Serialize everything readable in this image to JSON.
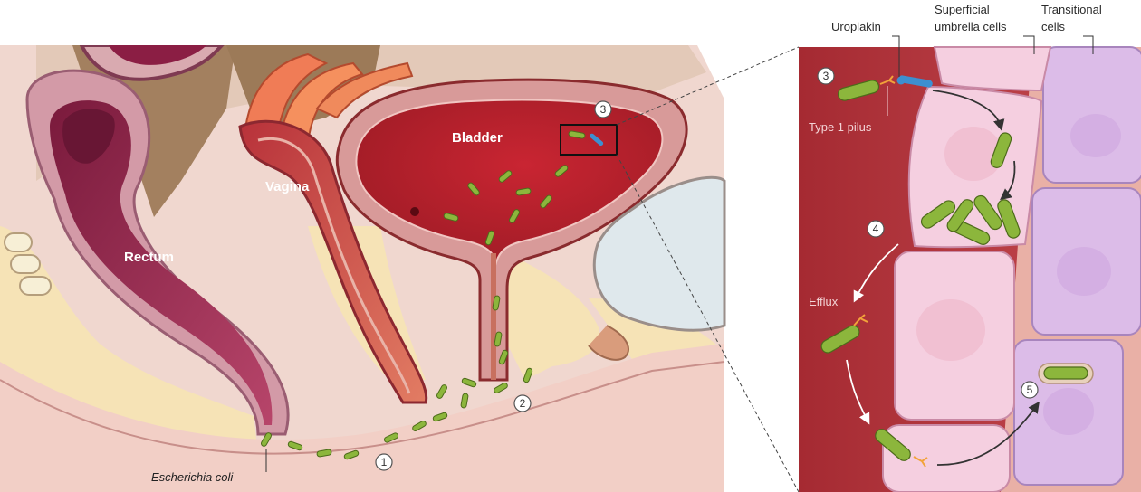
{
  "labels": {
    "rectum": "Rectum",
    "vagina": "Vagina",
    "bladder": "Bladder",
    "ecoli": "Escherichia coli",
    "uroplakin": "Uroplakin",
    "superficial_line1": "Superficial",
    "superficial_line2": "umbrella cells",
    "transitional_line1": "Transitional",
    "transitional_line2": "cells",
    "type1_pilus": "Type 1 pilus",
    "efflux": "Efflux"
  },
  "steps": {
    "s1": "1",
    "s2": "2",
    "s3_main": "3",
    "s3_inset": "3",
    "s4": "4",
    "s5": "5"
  },
  "colors": {
    "bacteria": "#8cb63c",
    "pilus": "#f2a33a",
    "uroplakin": "#3d8fd0",
    "bladder_lumen": "#b3202b",
    "rectum": "#8a1f47",
    "umbrella_cell": "#f3c6d6",
    "transitional_cell": "#d9b7e6",
    "skin": "#f6e3b6"
  }
}
